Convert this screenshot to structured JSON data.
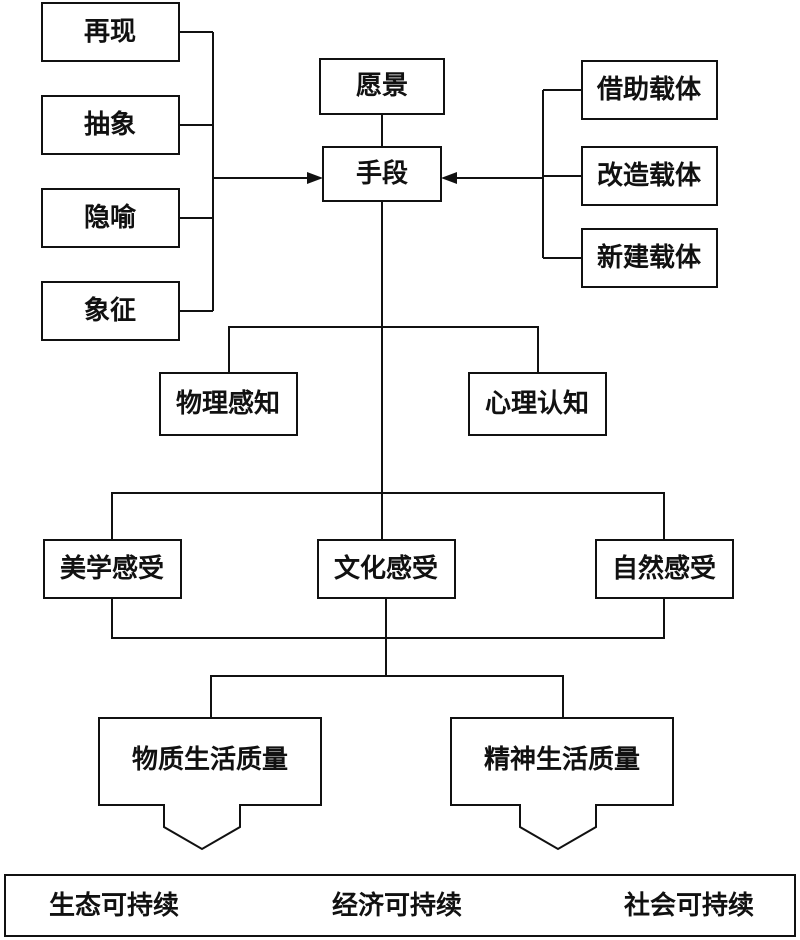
{
  "techniques": {
    "reproduce": "再现",
    "abstract": "抽象",
    "metaphor": "隐喻",
    "symbol": "象征"
  },
  "vision": "愿景",
  "means": "手段",
  "carriers": {
    "borrow": "借助载体",
    "transform": "改造载体",
    "newbuild": "新建载体"
  },
  "cognition": {
    "physical": "物理感知",
    "psychological": "心理认知"
  },
  "feelings": {
    "aesthetic": "美学感受",
    "cultural": "文化感受",
    "natural": "自然感受"
  },
  "quality": {
    "material": "物质生活质量",
    "spiritual": "精神生活质量"
  },
  "sustainability": {
    "ecological": "生态可持续",
    "economic": "经济可持续",
    "social": "社会可持续"
  }
}
